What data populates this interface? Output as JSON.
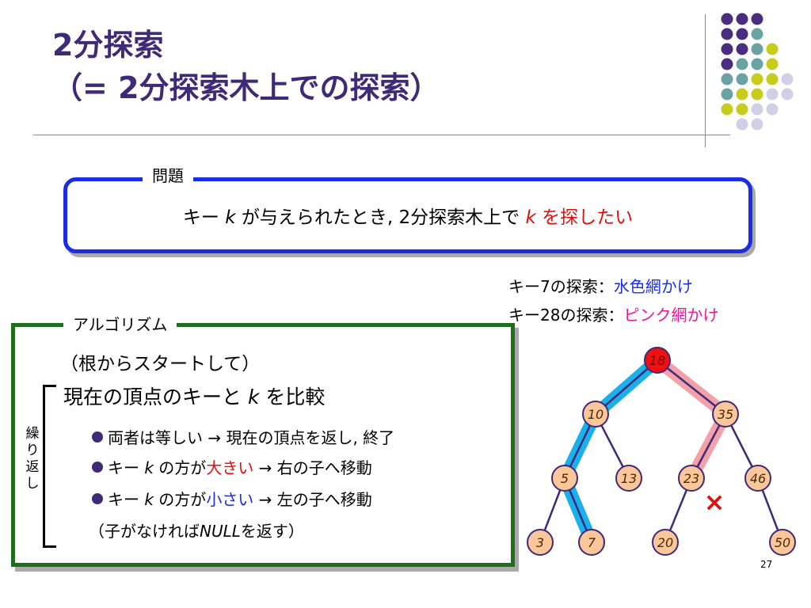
{
  "slide": {
    "title_line1": "2分探索",
    "title_line2": "（= 2分探索木上での探索）",
    "page_number": "27"
  },
  "problem": {
    "label": "問題",
    "text_a": "キー ",
    "key_var": "k",
    "text_b": " が与えられたとき, 2分探索木上で ",
    "emph_key": "k",
    "emph_text": " を探したい"
  },
  "algorithm": {
    "label": "アルゴリズム",
    "start": "（根からスタートして）",
    "compare_a": "現在の頂点のキーと ",
    "compare_key": "k",
    "compare_b": " を比較",
    "repeat_label": "繰り返し",
    "bullet1": "両者は等しい → 現在の頂点を返し, 終了",
    "bullet2_a": "キー ",
    "bullet2_key": "k",
    "bullet2_b": " の方が",
    "bullet2_emph": "大きい",
    "bullet2_c": " → 右の子へ移動",
    "bullet3_a": "キー ",
    "bullet3_key": "k",
    "bullet3_b": " の方が",
    "bullet3_emph": "小さい",
    "bullet3_c": " → 左の子へ移動",
    "null_a": "（子がなければ",
    "null_var": "NULL",
    "null_b": "を返す）"
  },
  "legend": {
    "line1_a": "キー7の探索：",
    "line1_b": "水色網かけ",
    "line2_a": "キー28の探索：",
    "line2_b": "ピンク網かけ"
  },
  "tree": {
    "nodes": [
      {
        "id": "n18",
        "label": "18",
        "fill": "#ee1111",
        "text_color": "#7a0000"
      },
      {
        "id": "n10",
        "label": "10",
        "fill": "#fbc79a",
        "text_color": "#4a2a00"
      },
      {
        "id": "n35",
        "label": "35",
        "fill": "#fbc79a",
        "text_color": "#4a2a00"
      },
      {
        "id": "n5",
        "label": "5",
        "fill": "#fbc79a",
        "text_color": "#4a2a00"
      },
      {
        "id": "n13",
        "label": "13",
        "fill": "#fbc79a",
        "text_color": "#4a2a00"
      },
      {
        "id": "n23",
        "label": "23",
        "fill": "#fbc79a",
        "text_color": "#4a2a00"
      },
      {
        "id": "n46",
        "label": "46",
        "fill": "#fbc79a",
        "text_color": "#4a2a00"
      },
      {
        "id": "n3",
        "label": "3",
        "fill": "#fbc79a",
        "text_color": "#4a2a00"
      },
      {
        "id": "n7",
        "label": "7",
        "fill": "#fbc79a",
        "text_color": "#4a2a00"
      },
      {
        "id": "n20",
        "label": "20",
        "fill": "#fbc79a",
        "text_color": "#4a2a00"
      },
      {
        "id": "n50",
        "label": "50",
        "fill": "#fbc79a",
        "text_color": "#4a2a00"
      }
    ],
    "edges": [
      [
        "n18",
        "n10"
      ],
      [
        "n18",
        "n35"
      ],
      [
        "n10",
        "n5"
      ],
      [
        "n10",
        "n13"
      ],
      [
        "n35",
        "n23"
      ],
      [
        "n35",
        "n46"
      ],
      [
        "n5",
        "n3"
      ],
      [
        "n5",
        "n7"
      ],
      [
        "n23",
        "n20"
      ],
      [
        "n46",
        "n50"
      ]
    ],
    "path_key7": [
      "n18",
      "n10",
      "n5",
      "n7"
    ],
    "path_key28": [
      "n18",
      "n35",
      "n23"
    ],
    "not_found_mark": "×",
    "colors": {
      "edge": "#3f2a78",
      "node_border": "#3f2a78",
      "path7": "#1ab0ec",
      "path28": "#f4a0a8",
      "not_found": "#e01010"
    }
  },
  "decor_colors": {
    "purple": "#4b2d7f",
    "teal": "#6aa3a3",
    "yellow": "#c8cc1c",
    "lavender": "#cfcfe6"
  }
}
